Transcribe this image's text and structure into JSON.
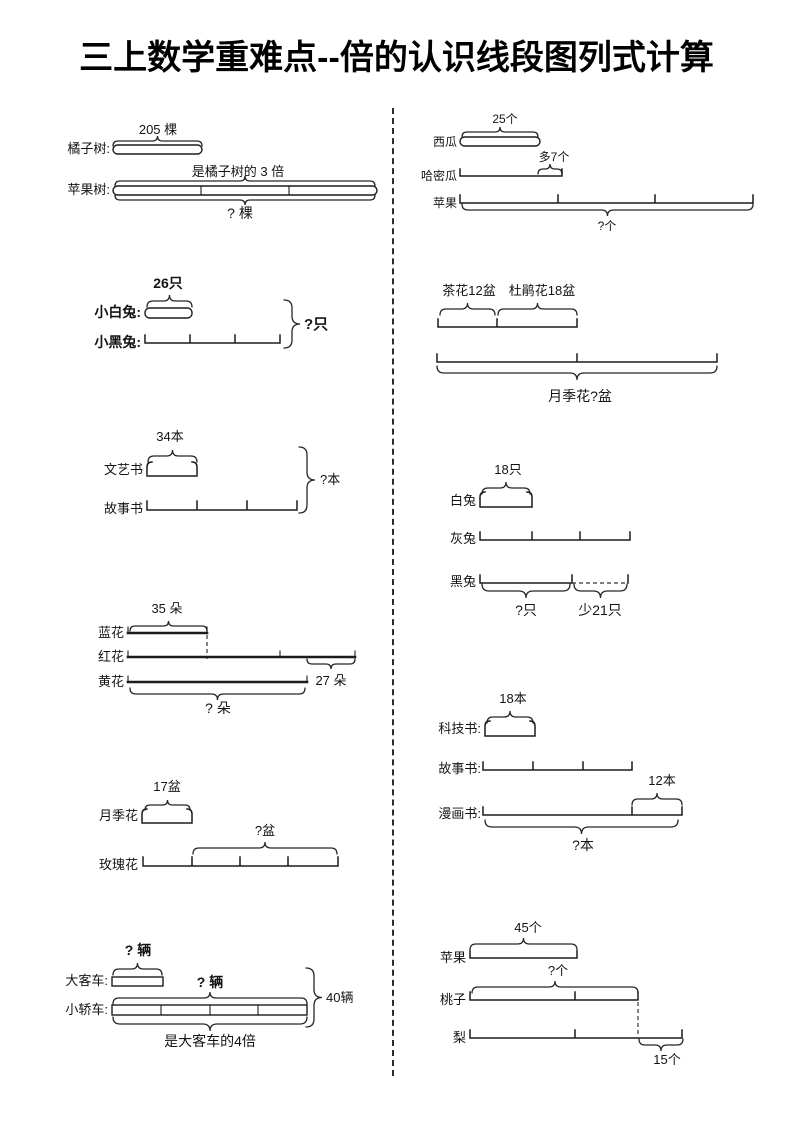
{
  "title": "三上数学重难点--倍的认识线段图列式计算",
  "colors": {
    "ink": "#1a1a1a",
    "background": "#ffffff"
  },
  "problems": {
    "orange_apple_trees": {
      "known": "205 棵",
      "row1": "橘子树:",
      "relation": "是橘子树的 3 倍",
      "row2": "苹果树:",
      "question": "? 棵"
    },
    "rabbits_small": {
      "known": "26只",
      "row1": "小白兔:",
      "row2": "小黑兔:",
      "question": "?只"
    },
    "books_left": {
      "known": "34本",
      "row1": "文艺书",
      "row2": "故事书",
      "question": "?本"
    },
    "flowers_left": {
      "known": "35 朵",
      "row1": "蓝花",
      "row2": "红花",
      "row3": "黄花",
      "difference": "27 朵",
      "question": "? 朵"
    },
    "roses": {
      "known": "17盆",
      "row1": "月季花",
      "row2": "玫瑰花",
      "question": "?盆"
    },
    "vehicles": {
      "q1": "? 辆",
      "row1": "大客车:",
      "q2": "? 辆",
      "row2": "小轿车:",
      "total": "40辆",
      "relation": "是大客车的4倍"
    },
    "melons": {
      "known": "25个",
      "row1": "西瓜",
      "more": "多7个",
      "row2": "哈密瓜",
      "row3": "苹果",
      "question": "?个"
    },
    "potted_flowers": {
      "part1": "茶花12盆",
      "part2": "杜鹃花18盆",
      "question": "月季花?盆"
    },
    "rabbits_right": {
      "known": "18只",
      "row1": "白兔",
      "row2": "灰兔",
      "row3": "黑兔",
      "question": "?只",
      "less": "少21只"
    },
    "books_right": {
      "known": "18本",
      "row1": "科技书:",
      "row2": "故事书:",
      "extra": "12本",
      "row3": "漫画书:",
      "question": "?本"
    },
    "fruits": {
      "known": "45个",
      "row1": "苹果",
      "question": "?个",
      "row2": "桃子",
      "row3": "梨",
      "difference": "15个"
    }
  }
}
